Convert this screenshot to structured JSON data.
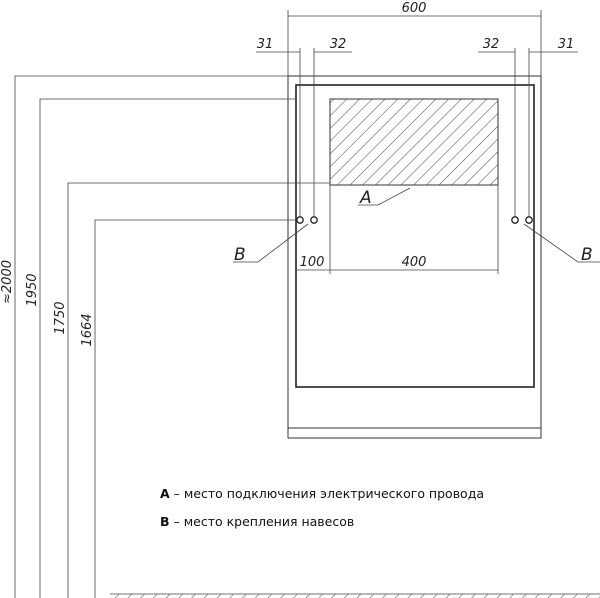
{
  "dimensions": {
    "total_width": "600",
    "offset_left_outer": "31",
    "offset_left_inner": "32",
    "offset_right_inner": "32",
    "offset_right_outer": "31",
    "offset_100": "100",
    "span_400": "400",
    "h_2000": "≈2000",
    "h_1950": "1950",
    "h_1750": "1750",
    "h_1664": "1664"
  },
  "labels": {
    "a": "A",
    "b_left": "B",
    "b_right": "B"
  },
  "legend": {
    "a_key": "A",
    "a_text": " – место подключения электрического провода",
    "b_key": "B",
    "b_text": " – место крепления навесов"
  }
}
